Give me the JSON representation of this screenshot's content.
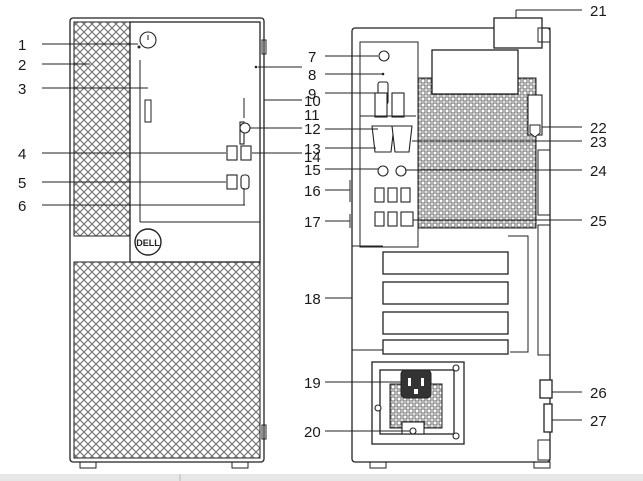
{
  "brand": {
    "logo_text": "DELL"
  },
  "callouts": {
    "c1": "1",
    "c2": "2",
    "c3": "3",
    "c4": "4",
    "c5": "5",
    "c6": "6",
    "c7": "7",
    "c8": "8",
    "c9": "9",
    "c10": "10",
    "c11": "11",
    "c12": "12",
    "c13": "13",
    "c14": "14",
    "c15": "15",
    "c16": "16",
    "c17": "17",
    "c18": "18",
    "c19": "19",
    "c20": "20",
    "c21": "21",
    "c22": "22",
    "c23": "23",
    "c24": "24",
    "c25": "25",
    "c26": "26",
    "c27": "27"
  },
  "colors": {
    "line": "#222222",
    "mesh": "#7a7a7a",
    "taskbar": "#e6e6e6"
  }
}
